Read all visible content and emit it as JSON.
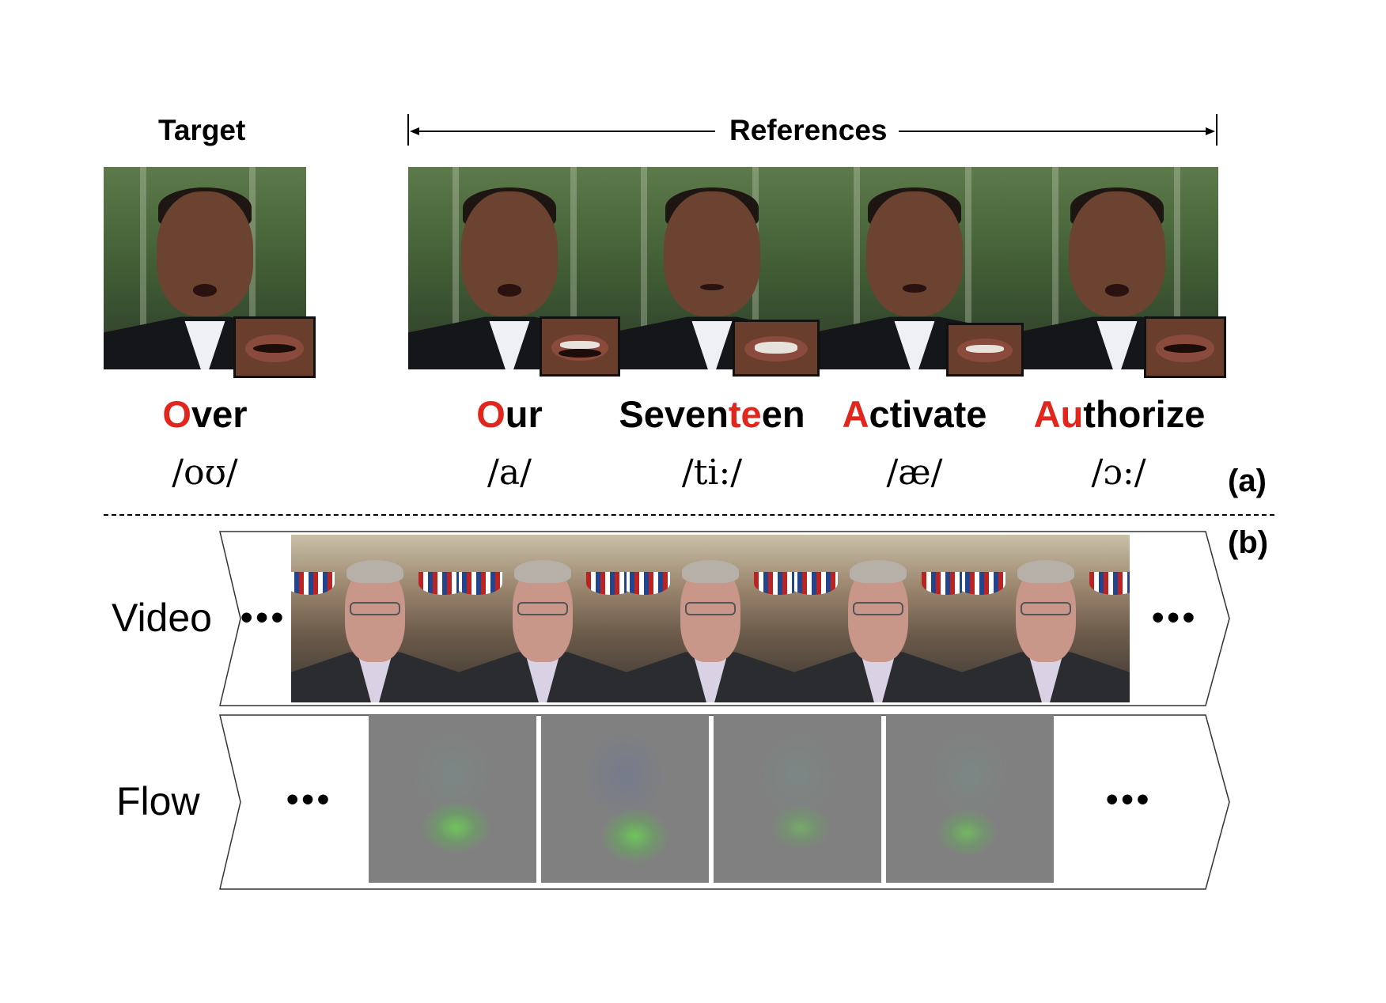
{
  "headings": {
    "target": "Target",
    "references": "References"
  },
  "target": {
    "word_red": "O",
    "word_rest": "ver",
    "phoneme": "/oʊ/"
  },
  "references": [
    {
      "pre": "",
      "red": "O",
      "post": "ur",
      "phoneme": "/a/"
    },
    {
      "pre": "Seven",
      "red": "te",
      "post": "en",
      "phoneme": "/ti:/"
    },
    {
      "pre": "",
      "red": "A",
      "post": "ctivate",
      "phoneme": "/æ/"
    },
    {
      "pre": "",
      "red": "Au",
      "post": "thorize",
      "phoneme": "/ɔ:/"
    }
  ],
  "panel_labels": {
    "a": "(a)",
    "b": "(b)"
  },
  "rows": {
    "video": "Video",
    "flow": "Flow"
  },
  "ellipsis": "•••",
  "colors": {
    "highlight": "#e0261d",
    "flow_bg": "#808080",
    "flow_motion": "#6ec85a"
  }
}
